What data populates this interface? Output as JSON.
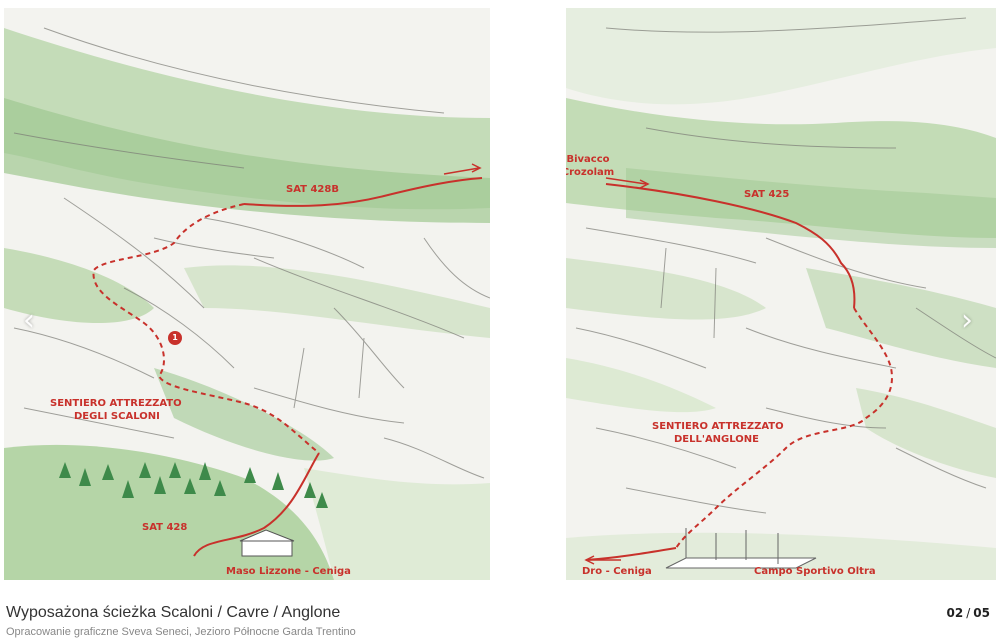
{
  "slide": {
    "caption_title": "Wyposażona ścieżka Scaloni / Cavre / Anglone",
    "caption_sub": "Opracowanie graficzne Sveva Seneci, Jezioro Północne Garda Trentino",
    "current": "02",
    "total": "05",
    "separator": "/"
  },
  "nav": {
    "prev_icon": "‹",
    "next_icon": "›"
  },
  "map_left": {
    "labels": {
      "sat428b": "SAT 428B",
      "scaloni_line1": "SENTIERO ATTREZZATO",
      "scaloni_line2": "DEGLI SCALONI",
      "sat428": "SAT 428",
      "maso": "Maso Lizzone - Ceniga",
      "marker": "1"
    }
  },
  "map_right": {
    "labels": {
      "bivacco_line1": "Bivacco",
      "bivacco_line2": "Crozolam",
      "sat425": "SAT 425",
      "anglone_line1": "SENTIERO ATTREZZATO",
      "anglone_line2": "DELL'ANGLONE",
      "dro": "Dro - Ceniga",
      "campo": "Campo Sportivo Oltra"
    }
  },
  "colors": {
    "trail": "#c8312b",
    "vegetation": "#a9cf9a",
    "rock": "#f1f1ee",
    "tree": "#3e8a4a"
  }
}
